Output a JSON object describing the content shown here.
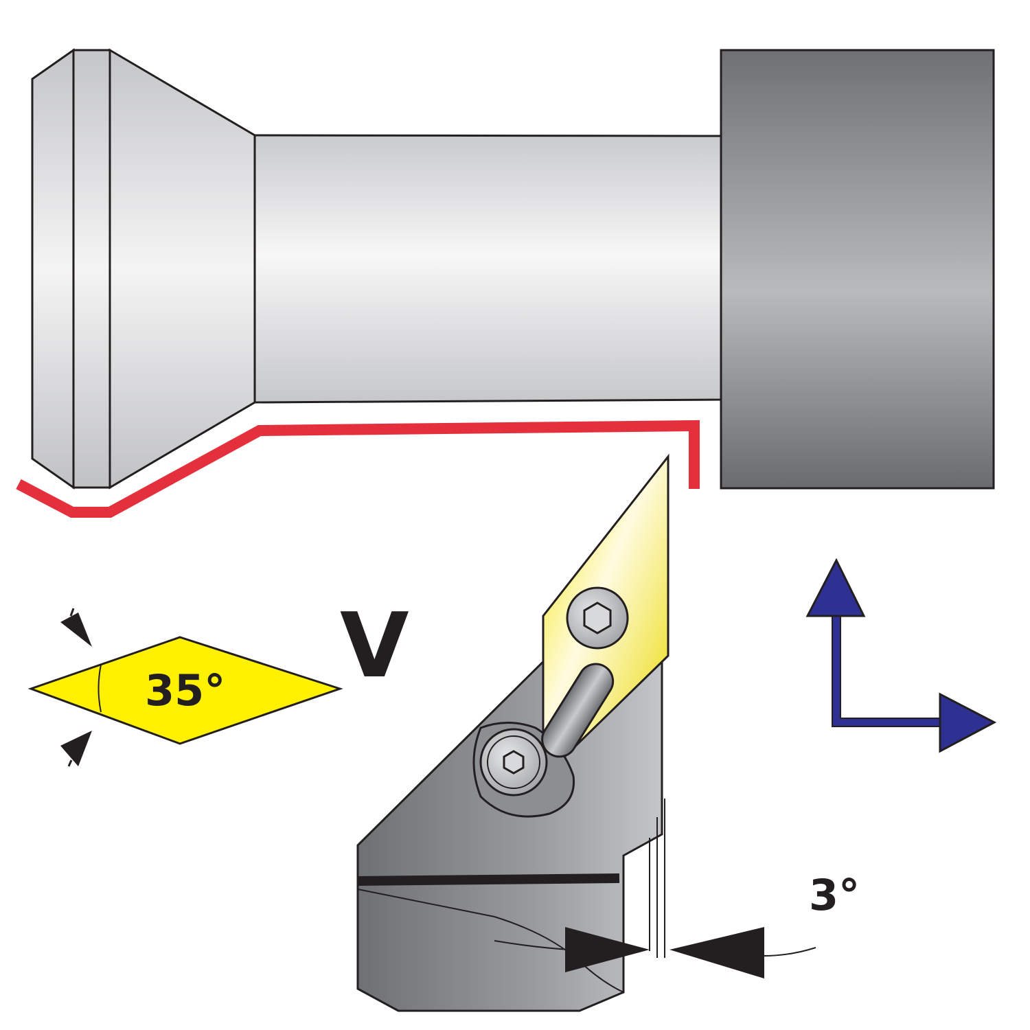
{
  "labels": {
    "insert_shape_letter": "V",
    "insert_angle": "35°",
    "clearance_angle": "3°"
  },
  "colors": {
    "insert_yellow": "#fff100",
    "tool_path_red": "#e4303c",
    "direction_arrow_blue": "#2e3192",
    "outline": "#231f20",
    "holder_gray": "#8a8d90",
    "chuck_gray": "#6d6e70"
  },
  "icons": {
    "feed_direction": "axis-arrows-icon",
    "insert_screw": "hex-socket-screw-icon"
  }
}
